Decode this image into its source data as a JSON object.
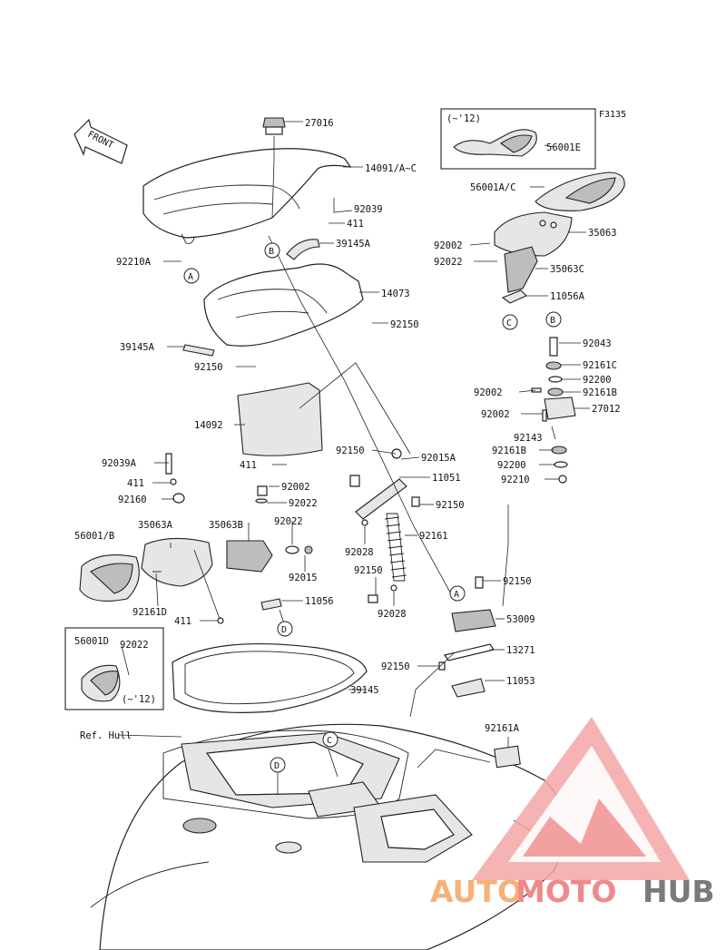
{
  "figure_code": "F3135",
  "front_label": "FRONT",
  "ref_hull": "Ref. Hull",
  "callouts": [
    {
      "id": "27016",
      "text": "27016"
    },
    {
      "id": "14091",
      "text": "14091/A~C"
    },
    {
      "id": "92039a",
      "text": "92039"
    },
    {
      "id": "411a",
      "text": "411"
    },
    {
      "id": "39145a",
      "text": "39145A"
    },
    {
      "id": "92210a",
      "text": "92210A"
    },
    {
      "id": "14073",
      "text": "14073"
    },
    {
      "id": "92150a",
      "text": "92150"
    },
    {
      "id": "39145A2",
      "text": "39145A"
    },
    {
      "id": "92150b",
      "text": "92150"
    },
    {
      "id": "14092",
      "text": "14092"
    },
    {
      "id": "411b",
      "text": "411"
    },
    {
      "id": "56001e",
      "text": "56001E"
    },
    {
      "id": "56001ac",
      "text": "56001A/C"
    },
    {
      "id": "35063",
      "text": "35063"
    },
    {
      "id": "92002a",
      "text": "92002"
    },
    {
      "id": "92022a",
      "text": "92022"
    },
    {
      "id": "35063c",
      "text": "35063C"
    },
    {
      "id": "11056a",
      "text": "11056A"
    },
    {
      "id": "92043",
      "text": "92043"
    },
    {
      "id": "92161c",
      "text": "92161C"
    },
    {
      "id": "92200a",
      "text": "92200"
    },
    {
      "id": "92002b",
      "text": "92002"
    },
    {
      "id": "92161b",
      "text": "92161B"
    },
    {
      "id": "92002c",
      "text": "92002"
    },
    {
      "id": "27012",
      "text": "27012"
    },
    {
      "id": "92143",
      "text": "92143"
    },
    {
      "id": "92161b2",
      "text": "92161B"
    },
    {
      "id": "92200b",
      "text": "92200"
    },
    {
      "id": "92210",
      "text": "92210"
    },
    {
      "id": "92039A",
      "text": "92039A"
    },
    {
      "id": "411c",
      "text": "411"
    },
    {
      "id": "92160",
      "text": "92160"
    },
    {
      "id": "92002d",
      "text": "92002"
    },
    {
      "id": "92022b",
      "text": "92022"
    },
    {
      "id": "92022c",
      "text": "92022"
    },
    {
      "id": "56001b",
      "text": "56001/B"
    },
    {
      "id": "35063a",
      "text": "35063A"
    },
    {
      "id": "35063b",
      "text": "35063B"
    },
    {
      "id": "92015",
      "text": "92015"
    },
    {
      "id": "11056",
      "text": "11056"
    },
    {
      "id": "92161d",
      "text": "92161D"
    },
    {
      "id": "411d",
      "text": "411"
    },
    {
      "id": "92150c",
      "text": "92150"
    },
    {
      "id": "92015a",
      "text": "92015A"
    },
    {
      "id": "11051",
      "text": "11051"
    },
    {
      "id": "92150d",
      "text": "92150"
    },
    {
      "id": "92161",
      "text": "92161"
    },
    {
      "id": "92028a",
      "text": "92028"
    },
    {
      "id": "92150e",
      "text": "92150"
    },
    {
      "id": "92028b",
      "text": "92028"
    },
    {
      "id": "92150f",
      "text": "92150"
    },
    {
      "id": "53009",
      "text": "53009"
    },
    {
      "id": "13271",
      "text": "13271"
    },
    {
      "id": "92150g",
      "text": "92150"
    },
    {
      "id": "11053",
      "text": "11053"
    },
    {
      "id": "56001d",
      "text": "56001D"
    },
    {
      "id": "92022d",
      "text": "92022"
    },
    {
      "id": "39145",
      "text": "39145"
    },
    {
      "id": "92161a",
      "text": "92161A"
    }
  ],
  "inset_top": {
    "range": "(~'12)",
    "part": "56001E"
  },
  "inset_left": {
    "range": "(~'12)",
    "part1": "56001D",
    "part2": "92022"
  },
  "refs": {
    "A": "A",
    "B": "B",
    "C": "C",
    "D": "D"
  },
  "watermark": {
    "part1": "AUTO",
    "part2": "MOTO",
    "part3": "HUB",
    "color1": "#f4b27a",
    "color2": "#f08a8a",
    "color3": "#7a7a7a"
  }
}
